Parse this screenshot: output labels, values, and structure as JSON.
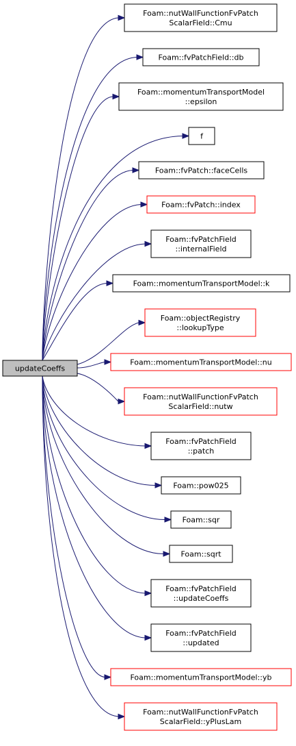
{
  "source": {
    "label": "updateCoeffs",
    "fill": "#bfbfbf"
  },
  "colors": {
    "edge": "#191970",
    "documented_border": "#000000",
    "undocumented_border": "#ff0000"
  },
  "nodes": [
    {
      "id": "cmu",
      "lines": [
        "Foam::nutWallFunctionFvPatch",
        "ScalarField::Cmu"
      ],
      "border": "black"
    },
    {
      "id": "db",
      "lines": [
        "Foam::fvPatchField::db"
      ],
      "border": "black"
    },
    {
      "id": "epsilon",
      "lines": [
        "Foam::momentumTransportModel",
        "::epsilon"
      ],
      "border": "black"
    },
    {
      "id": "f",
      "lines": [
        "f"
      ],
      "border": "black"
    },
    {
      "id": "facecells",
      "lines": [
        "Foam::fvPatch::faceCells"
      ],
      "border": "black"
    },
    {
      "id": "index",
      "lines": [
        "Foam::fvPatch::index"
      ],
      "border": "red"
    },
    {
      "id": "internalfield",
      "lines": [
        "Foam::fvPatchField",
        "::internalField"
      ],
      "border": "black"
    },
    {
      "id": "k",
      "lines": [
        "Foam::momentumTransportModel::k"
      ],
      "border": "black"
    },
    {
      "id": "lookuptype",
      "lines": [
        "Foam::objectRegistry",
        "::lookupType"
      ],
      "border": "red"
    },
    {
      "id": "nu",
      "lines": [
        "Foam::momentumTransportModel::nu"
      ],
      "border": "red"
    },
    {
      "id": "nutw",
      "lines": [
        "Foam::nutWallFunctionFvPatch",
        "ScalarField::nutw"
      ],
      "border": "red"
    },
    {
      "id": "patch",
      "lines": [
        "Foam::fvPatchField",
        "::patch"
      ],
      "border": "black"
    },
    {
      "id": "pow025",
      "lines": [
        "Foam::pow025"
      ],
      "border": "black"
    },
    {
      "id": "sqr",
      "lines": [
        "Foam::sqr"
      ],
      "border": "black"
    },
    {
      "id": "sqrt",
      "lines": [
        "Foam::sqrt"
      ],
      "border": "black"
    },
    {
      "id": "updatecoeffs",
      "lines": [
        "Foam::fvPatchField",
        "::updateCoeffs"
      ],
      "border": "black"
    },
    {
      "id": "updated",
      "lines": [
        "Foam::fvPatchField",
        "::updated"
      ],
      "border": "black"
    },
    {
      "id": "yb",
      "lines": [
        "Foam::momentumTransportModel::yb"
      ],
      "border": "red"
    },
    {
      "id": "ypluslam",
      "lines": [
        "Foam::nutWallFunctionFvPatch",
        "ScalarField::yPlusLam"
      ],
      "border": "red"
    }
  ]
}
